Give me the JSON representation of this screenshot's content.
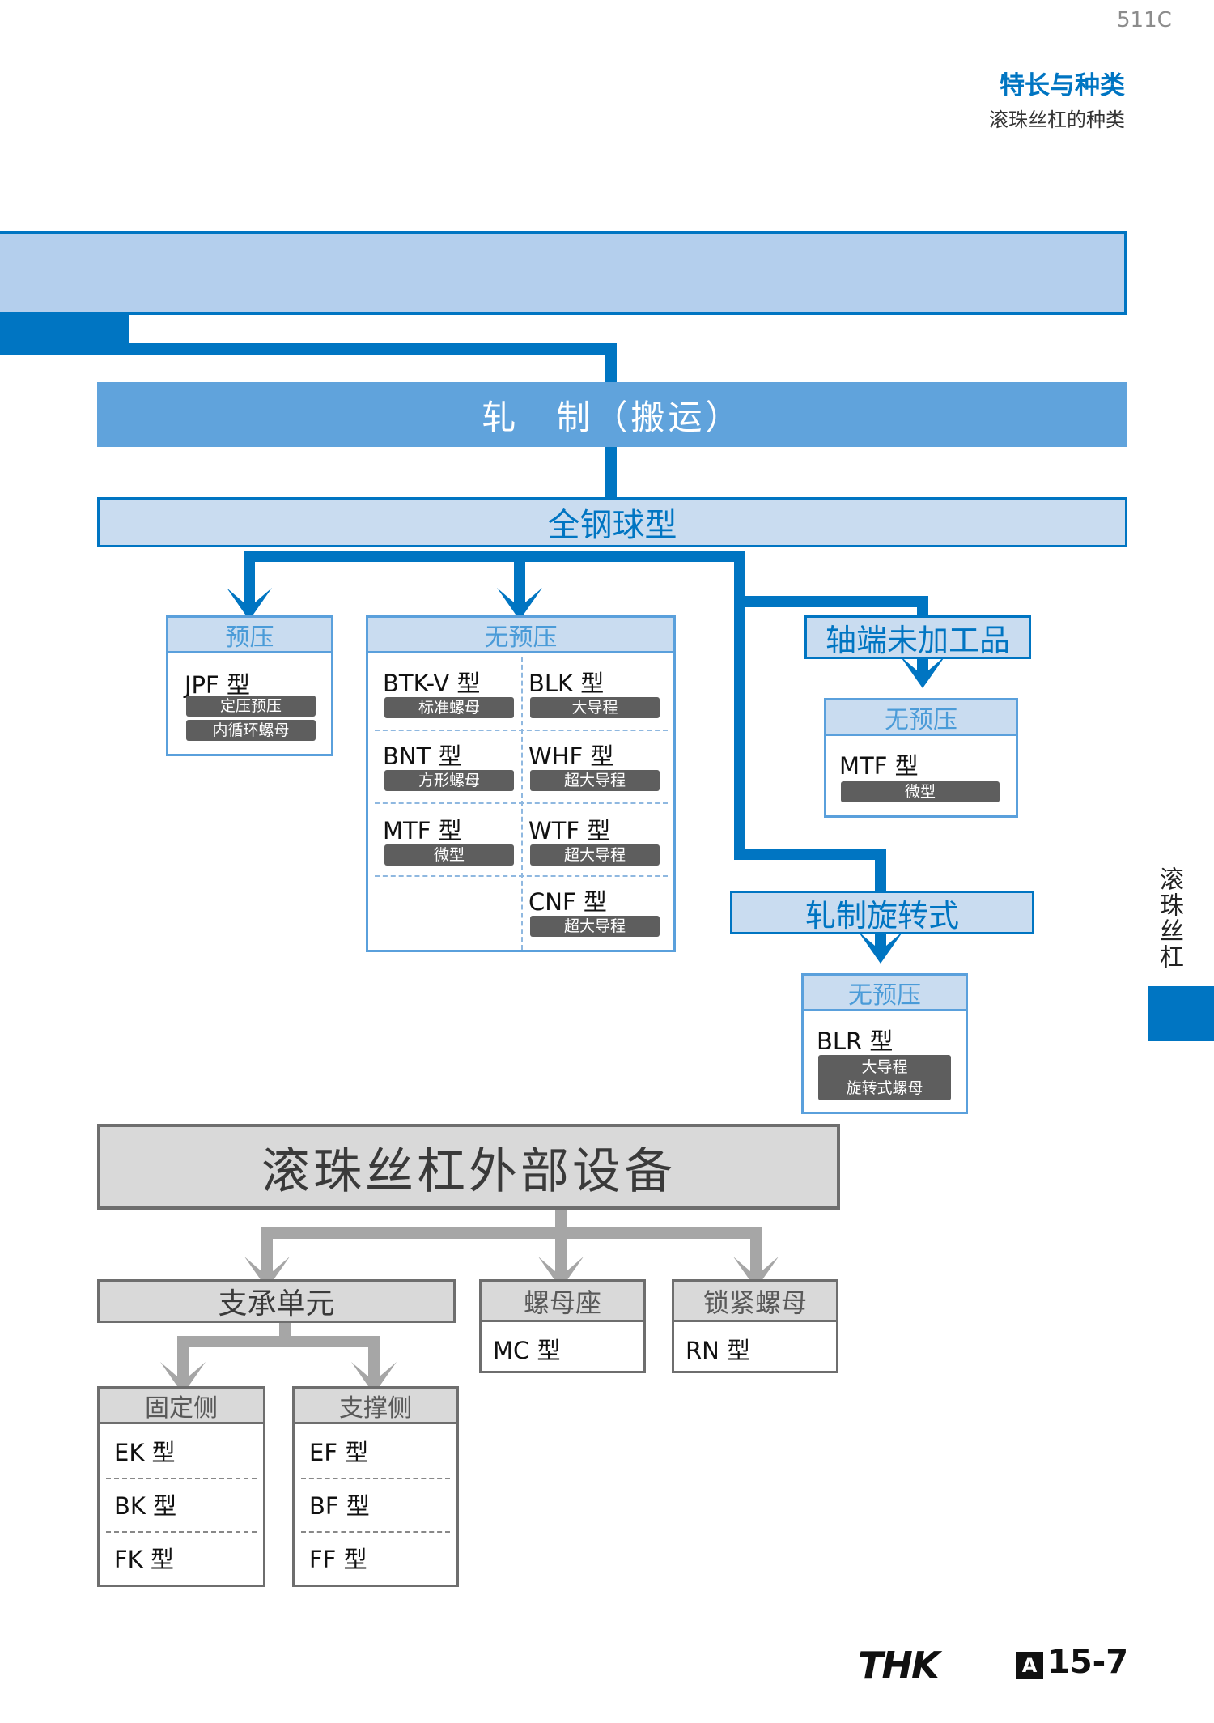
{
  "header": {
    "page_code": "511C",
    "title": "特长与种类",
    "subtitle": "滚珠丝杠的种类"
  },
  "top_banner": {
    "label": ""
  },
  "rolled": {
    "title": "轧　制（搬运）",
    "full_ball": "全钢球型",
    "preload": {
      "head": "预压",
      "model": "JPF 型",
      "tags": [
        "定压预压",
        "内循环螺母"
      ]
    },
    "no_preload": {
      "head": "无预压",
      "rows": [
        {
          "left": {
            "model": "BTK-V 型",
            "tag": "标准螺母"
          },
          "right": {
            "model": "BLK 型",
            "tag": "大导程"
          }
        },
        {
          "left": {
            "model": "BNT 型",
            "tag": "方形螺母"
          },
          "right": {
            "model": "WHF 型",
            "tag": "超大导程"
          }
        },
        {
          "left": {
            "model": "MTF 型",
            "tag": "微型"
          },
          "right": {
            "model": "WTF 型",
            "tag": "超大导程"
          }
        },
        {
          "right": {
            "model": "CNF 型",
            "tag": "超大导程"
          }
        }
      ]
    },
    "shaft_end": {
      "title": "轴端未加工品",
      "head": "无预压",
      "model": "MTF 型",
      "tag": "微型"
    },
    "rotating": {
      "title": "轧制旋转式",
      "head": "无预压",
      "model": "BLR 型",
      "tag_lines": [
        "大导程",
        "旋转式螺母"
      ]
    }
  },
  "peripherals": {
    "title": "滚珠丝杠外部设备",
    "support": {
      "title": "支承单元",
      "fixed": {
        "head": "固定侧",
        "models": [
          "EK 型",
          "BK 型",
          "FK 型"
        ]
      },
      "supported": {
        "head": "支撑侧",
        "models": [
          "EF 型",
          "BF 型",
          "FF 型"
        ]
      }
    },
    "nut_bracket": {
      "head": "螺母座",
      "model": "MC 型"
    },
    "lock_nut": {
      "head": "锁紧螺母",
      "model": "RN 型"
    }
  },
  "side": {
    "label": "滚珠丝杠"
  },
  "footer": {
    "brand": "THK",
    "section_letter": "A",
    "page": "15-7"
  },
  "colors": {
    "accent": "#0075c2",
    "light_blue": "#c9dcf0",
    "grey": "#a6a6a6"
  }
}
